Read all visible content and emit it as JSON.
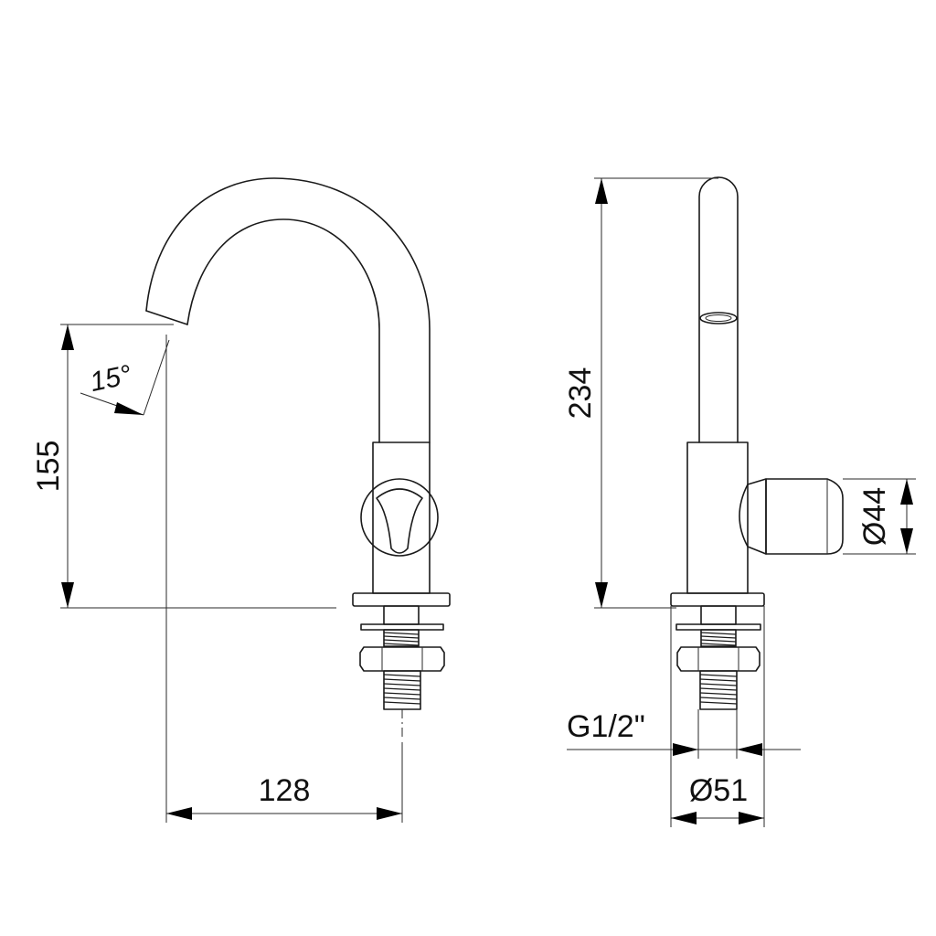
{
  "dimensions": {
    "spout_height": "155",
    "spout_angle": "15°",
    "spout_reach": "128",
    "total_height": "234",
    "handle_diameter": "Ø44",
    "thread_size": "G1/2\"",
    "base_diameter": "Ø51"
  },
  "colors": {
    "line": "#1a1a1a",
    "background": "#ffffff"
  }
}
